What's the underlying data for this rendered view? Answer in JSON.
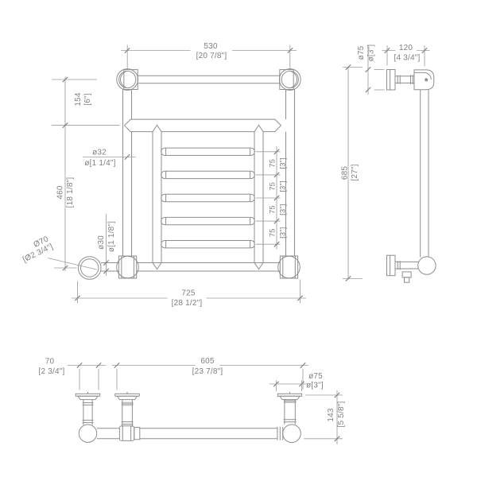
{
  "front": {
    "dim_width_top_mm": "530",
    "dim_width_top_in": "[20 7/8\"]",
    "dim_drop_mm": "154",
    "dim_drop_in": "[6\"]",
    "dim_panel_mm": "460",
    "dim_panel_in": "[18 1/8\"]",
    "dia_tube_mm": "ø32",
    "dia_tube_in": "ø[1 1/4\"]",
    "dia_rail_mm": "ø30",
    "dia_rail_in": "ø[1 1/8\"]",
    "dia_flange_mm": "Ø70",
    "dia_flange_in": "[Ø2 3/4\"]",
    "dim_width_overall_mm": "725",
    "dim_width_overall_in": "[28 1/2\"]",
    "dim_rung_gap_mm": "75",
    "dim_rung_gap_in": "[3\"]"
  },
  "side": {
    "dia_flange_mm": "ø75",
    "dia_flange_in": "ø[3\"]",
    "dim_projection_mm": "120",
    "dim_projection_in": "[4 3/4\"]",
    "dim_height_mm": "685",
    "dim_height_in": "[27\"]"
  },
  "bottom": {
    "dim_bracket_offset_mm": "70",
    "dim_bracket_offset_in": "[2 3/4\"]",
    "dim_bracket_centres_mm": "605",
    "dim_bracket_centres_in": "[23 7/8\"]",
    "dia_flange_mm": "ø75",
    "dia_flange_in": "ø[3\"]",
    "dim_depth_mm": "143",
    "dim_depth_in": "[5 5/8\"]"
  }
}
